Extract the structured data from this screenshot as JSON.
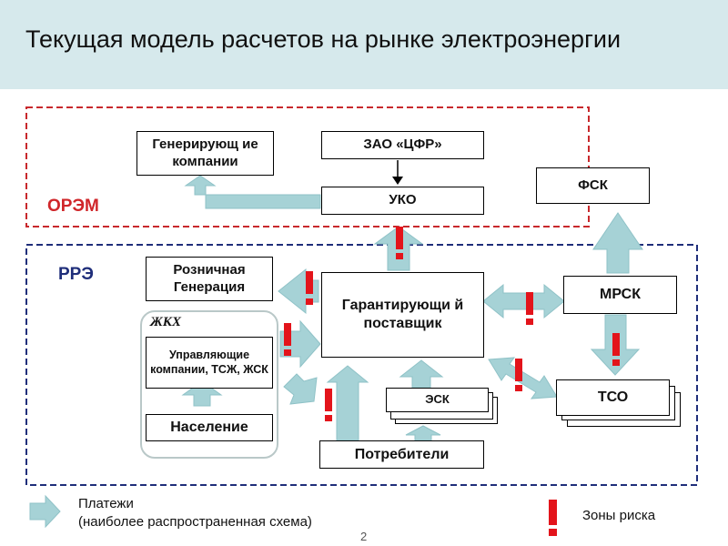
{
  "title": "Текущая модель расчетов на рынке электроэнергии",
  "zones": {
    "orem": "ОРЭМ",
    "rre": "РРЭ",
    "zhkh": "ЖКХ"
  },
  "entities": {
    "gen_companies": "Генерирующ ие компании",
    "cfr": "ЗАО «ЦФР»",
    "uko": "УКО",
    "fsk": "ФСК",
    "retail_gen": "Розничная Генерация",
    "guarantee_supplier": "Гарантирующи й поставщик",
    "mrsk": "МРСК",
    "management_companies": "Управляющие компании, ТСЖ, ЖСК",
    "population": "Население",
    "esk": "ЭСК",
    "tso": "ТСО",
    "consumers": "Потребители"
  },
  "legend": {
    "payments_line1": "Платежи",
    "payments_line2": "(наиболее распространенная схема)",
    "risk_mark": "!",
    "risk_zones": "Зоны риска"
  },
  "page_number": "2",
  "colors": {
    "header_bg": "#d6e9ec",
    "arrow_fill": "#a6d2d6",
    "risk": "#e3141b",
    "orem_border": "#c8282c",
    "rre_border": "#1f2e7a",
    "zhkh_border": "#b9c8c8"
  }
}
